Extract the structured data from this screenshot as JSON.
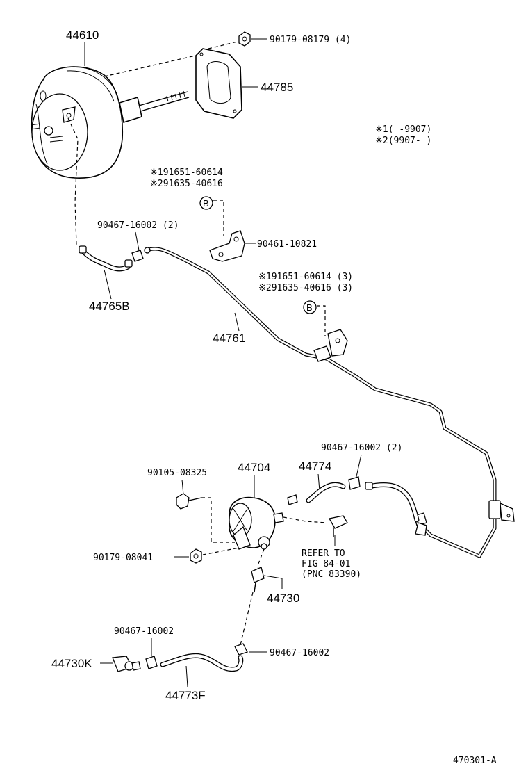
{
  "diagram": {
    "labels": {
      "booster": "44610",
      "booster_nut": "90179-08179 (4)",
      "gasket": "44785",
      "note_1": "※1(      -9907)",
      "note_2": "※2(9907-      )",
      "clamp_a_ref": "※191651-60614",
      "clamp_a_ref2": "※291635-40616",
      "marker_b": "B",
      "clip_pair": "90467-16002 (2)",
      "clamp_bracket": "90461-10821",
      "hose_b": "44765B",
      "clamp_b_ref": "※191651-60614 (3)",
      "clamp_b_ref2": "※291635-40616 (3)",
      "marker_b2": "B",
      "vacuum_pipe": "44761",
      "clip_pair_2": "90467-16002 (2)",
      "hose_44774": "44774",
      "bolt": "90105-08325",
      "pump": "44704",
      "nut": "90179-08041",
      "refer_1": "REFER TO",
      "refer_2": "FIG 84-01",
      "refer_3": "(PNC 83390)",
      "check_valve": "44730",
      "clip_single_a": "90467-16002",
      "clip_single_b": "90467-16002",
      "valve_k": "44730K",
      "hose_f": "44773F",
      "fig_code": "470301-A"
    }
  }
}
